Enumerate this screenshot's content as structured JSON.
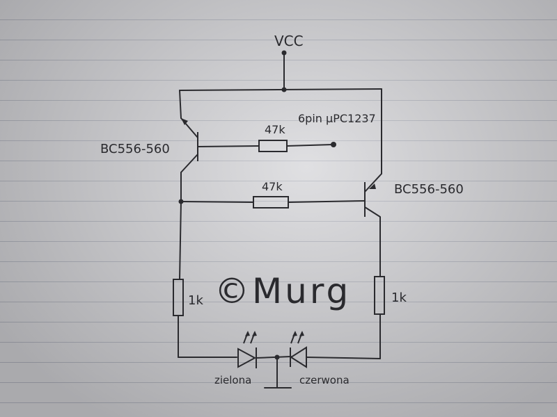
{
  "diagram": {
    "labels": {
      "vcc": "VCC",
      "transistor_left": "BC556-560",
      "transistor_right": "BC556-560",
      "resistor_top": "47k",
      "resistor_mid": "47k",
      "resistor_left": "1k",
      "resistor_right": "1k",
      "pin_note": "6pin µPC1237",
      "led_green": "zielona",
      "led_red": "czerwona",
      "watermark": "©Murg"
    }
  }
}
